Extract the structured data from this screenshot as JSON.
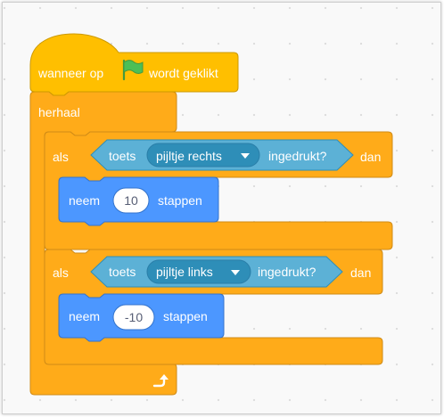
{
  "hat": {
    "prefix": "wanneer op",
    "suffix": "wordt geklikt",
    "flag_icon": "green-flag-icon"
  },
  "forever": {
    "label": "herhaal",
    "loop_icon": "loop-arrow-icon"
  },
  "if_right": {
    "if_label": "als",
    "then_label": "dan",
    "condition": {
      "prefix": "toets",
      "key": "pijltje rechts",
      "suffix": "ingedrukt?"
    },
    "move": {
      "prefix": "neem",
      "steps": "10",
      "suffix": "stappen"
    }
  },
  "if_left": {
    "if_label": "als",
    "then_label": "dan",
    "condition": {
      "prefix": "toets",
      "key": "pijltje links",
      "suffix": "ingedrukt?"
    },
    "move": {
      "prefix": "neem",
      "steps": "-10",
      "suffix": "stappen"
    }
  },
  "colors": {
    "events": "#ffbf00",
    "control": "#ffab19",
    "sensing": "#5cb1d6",
    "motion": "#4c97ff",
    "dropdown": "#2e8eb8"
  }
}
